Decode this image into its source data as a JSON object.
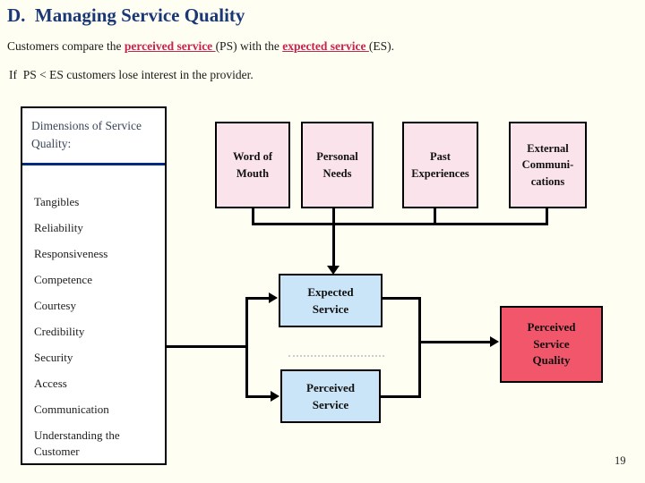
{
  "slide": {
    "title": "D.  Managing Service Quality",
    "intro_line1": {
      "seg1": "Customers compare the ",
      "highlight1": "perceived service ",
      "seg2": "(PS) with the ",
      "highlight2": "expected service ",
      "seg3": "(ES)."
    },
    "intro_line2": "If  PS < ES customers lose interest in the provider.",
    "page_number": "19"
  },
  "dimensions": {
    "heading": "Dimensions of Service Quality:",
    "items": [
      "Tangibles",
      "Reliability",
      "Responsiveness",
      "Competence",
      "Courtesy",
      "Credibility",
      "Security",
      "Access",
      "Communication",
      "Understanding the Customer"
    ]
  },
  "diagram": {
    "sources": [
      {
        "label": "Word of\nMouth"
      },
      {
        "label": "Personal\nNeeds"
      },
      {
        "label": "Past\nExperiences"
      },
      {
        "label": "External\nCommuni-\ncations"
      }
    ],
    "expected_label": "Expected\nService",
    "perceived_label": "Perceived\nService",
    "outcome_label": "Perceived\nService\nQuality"
  },
  "colors": {
    "title_navy": "#1B3876",
    "highlight_red": "#C8234F",
    "source_fill_pink": "#FBE3EB",
    "service_fill_blue": "#CBE5F8",
    "outcome_fill_red": "#F2566B",
    "divider_navy": "#002A7E",
    "background_ivory": "#FFFEF2"
  }
}
